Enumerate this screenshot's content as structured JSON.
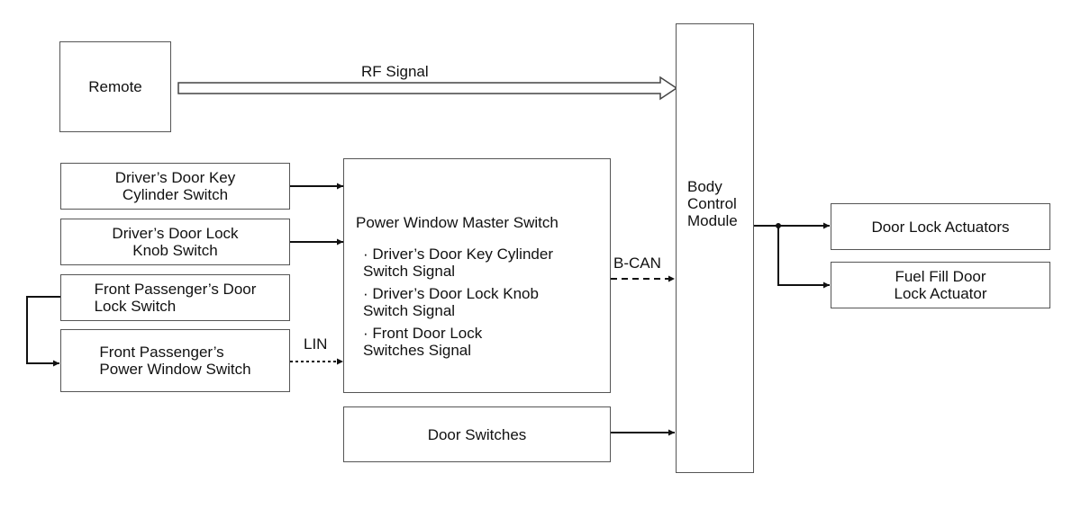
{
  "nodes": {
    "remote": "Remote",
    "bcm": [
      "Body",
      "Control",
      "Module"
    ],
    "key_cyl": [
      "Driver’s Door Key",
      "Cylinder Switch"
    ],
    "lock_knob": [
      "Driver’s Door Lock",
      "Knob Switch"
    ],
    "fp_lock": [
      "Front Passenger’s Door",
      "Lock Switch"
    ],
    "fp_window": [
      "Front Passenger’s",
      "Power Window Switch"
    ],
    "pwms": {
      "title": "Power Window Master Switch",
      "items": [
        [
          "· Driver’s Door Key Cylinder",
          "Switch Signal"
        ],
        [
          "· Driver’s Door Lock Knob",
          "Switch Signal"
        ],
        [
          "· Front Door Lock",
          "Switches Signal"
        ]
      ]
    },
    "door_switches": "Door Switches",
    "door_lock_act": "Door Lock Actuators",
    "fuel_act": [
      "Fuel Fill Door",
      "Lock Actuator"
    ]
  },
  "edges": {
    "rf": "RF Signal",
    "lin": "LIN",
    "bcan": "B-CAN"
  }
}
